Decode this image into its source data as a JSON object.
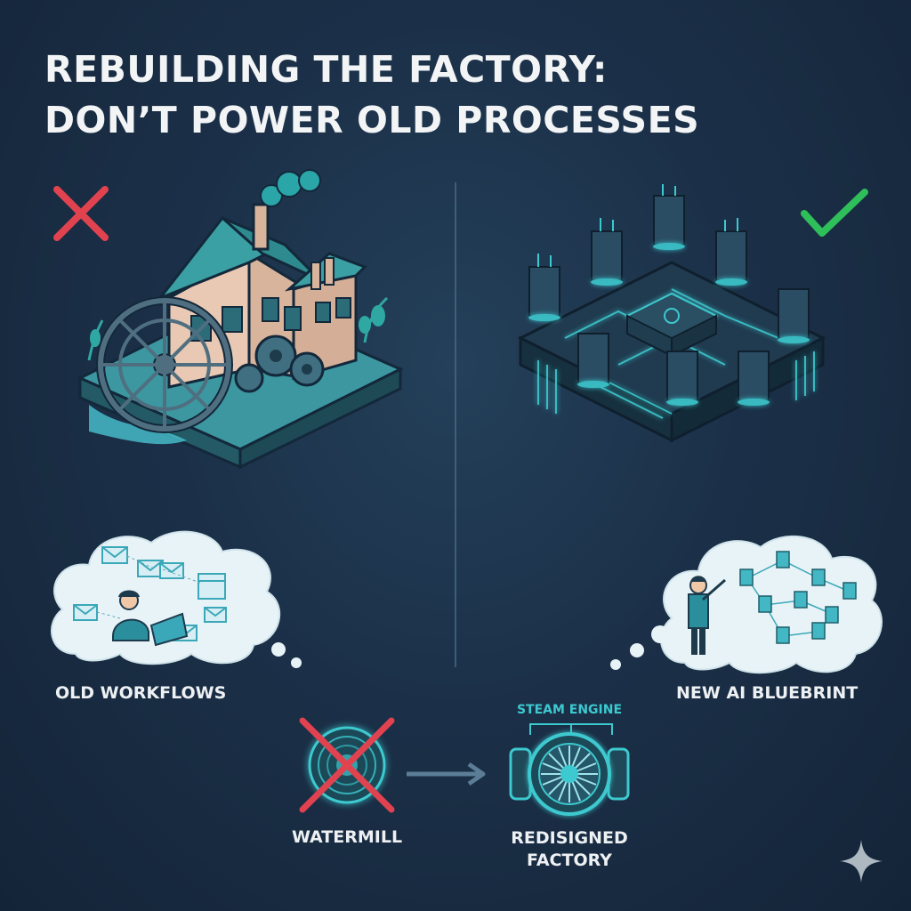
{
  "title": {
    "line1": "REBUILDING THE FACTORY:",
    "line2": "DON’T POWER OLD PROCESSES"
  },
  "left": {
    "status_icon": "cross-icon",
    "status_color": "#e0434f",
    "thought_label": "OLD WORKFLOWS"
  },
  "right": {
    "status_icon": "check-icon",
    "status_color": "#2fbf5a",
    "thought_label": "NEW AI BLUEBRINT"
  },
  "bottom": {
    "source_label": "WATERMILL",
    "engine_caption": "STEAM ENGINE",
    "target_label_line1": "REDISIGNED",
    "target_label_line2": "FACTORY"
  },
  "colors": {
    "accent": "#3cc9cf",
    "background": "#1b3048",
    "cross": "#e0434f",
    "check": "#2fbf5a"
  }
}
